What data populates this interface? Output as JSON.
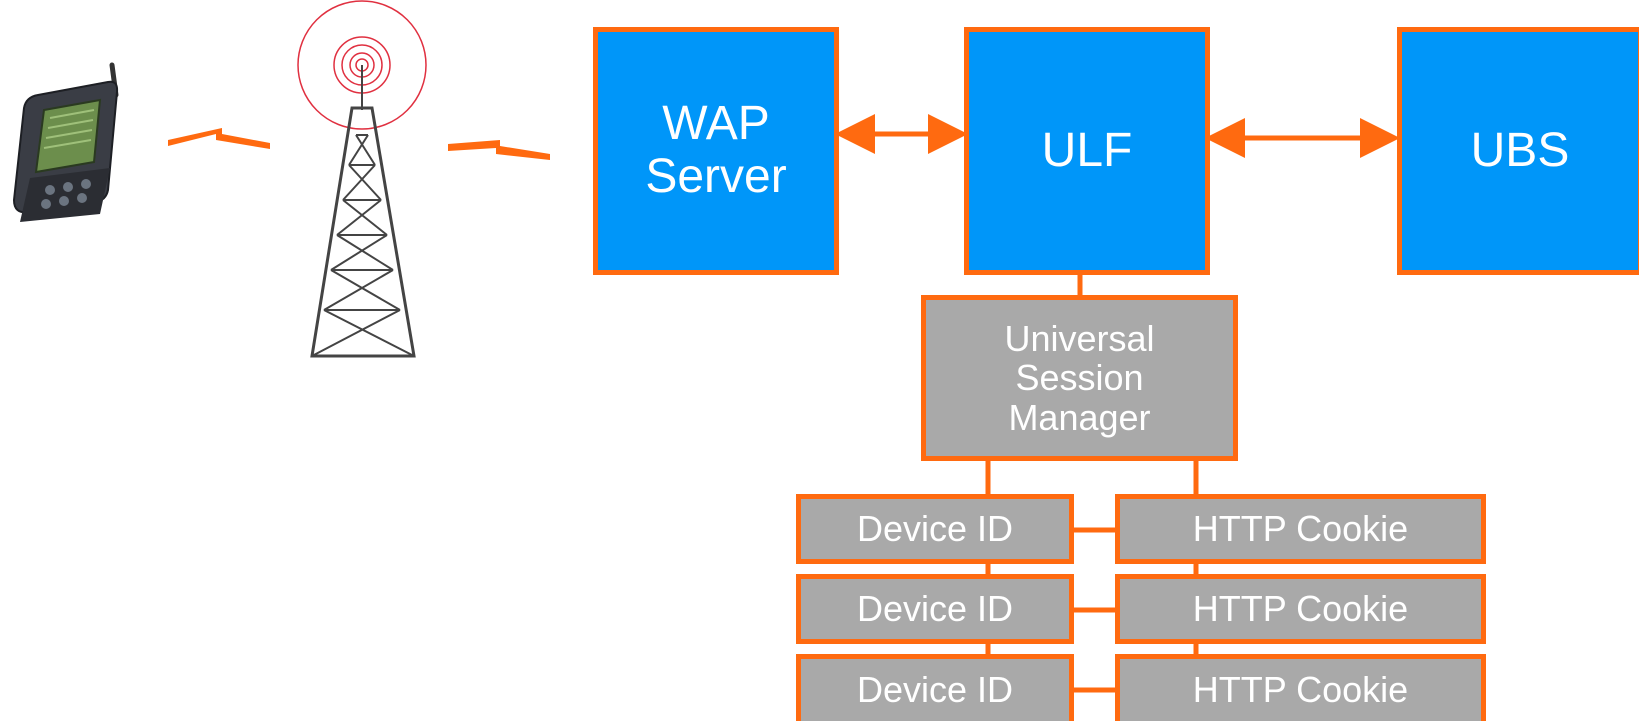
{
  "nodes": {
    "wap_server": {
      "lines": [
        "WAP",
        "Server"
      ]
    },
    "ulf": {
      "label": "ULF"
    },
    "ubs": {
      "label": "UBS"
    },
    "session_manager": {
      "lines": [
        "Universal",
        "Session",
        "Manager"
      ]
    },
    "device_id_label": "Device ID",
    "http_cookie_label": "HTTP Cookie"
  },
  "icons": {
    "phone": "mobile-phone-icon",
    "tower": "radio-tower-icon",
    "signal": "lightning-signal-icon"
  },
  "colors": {
    "accent_border": "#ff6a10",
    "server_fill": "#0096f9",
    "session_fill": "#a9a9a9",
    "text": "#ffffff",
    "tower_signal": "#e03040"
  }
}
